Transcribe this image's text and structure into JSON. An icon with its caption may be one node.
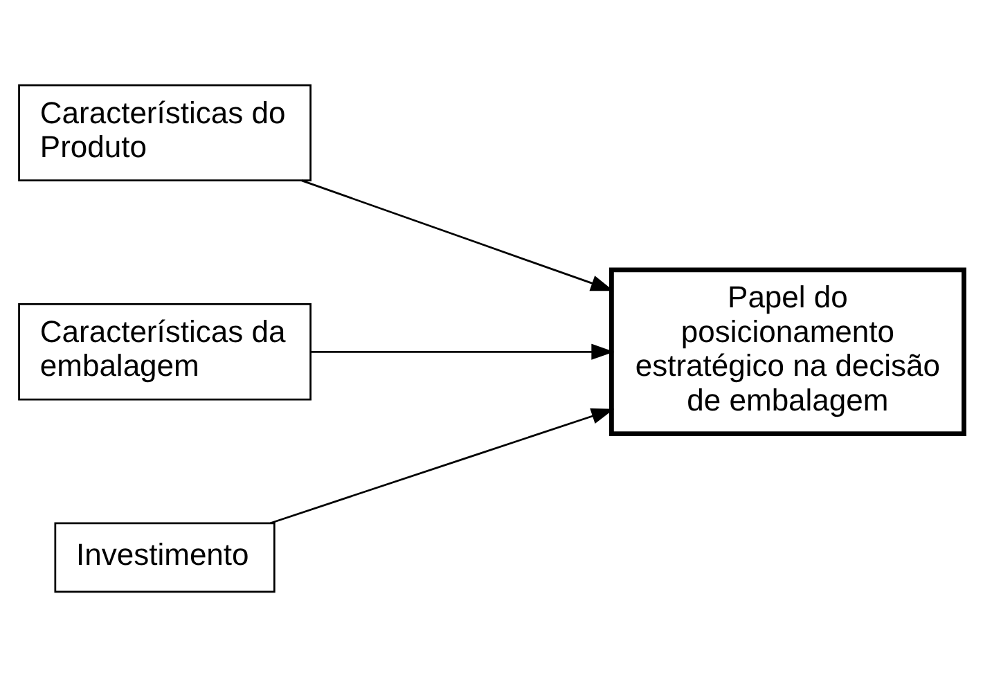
{
  "diagram": {
    "nodes": [
      {
        "text": [
          "Características do Produto"
        ]
      },
      {
        "text": [
          "Características da embalagem"
        ]
      },
      {
        "text": [
          "Investimento"
        ]
      },
      {
        "text": [
          "Papel do posicionamento estratégico na decisão de embalagem"
        ]
      }
    ],
    "edges": [
      {
        "from": 0,
        "to": 3,
        "arrow": "to"
      },
      {
        "from": 1,
        "to": 3,
        "arrow": "to"
      },
      {
        "from": 2,
        "to": 3,
        "arrow": "to"
      }
    ]
  }
}
